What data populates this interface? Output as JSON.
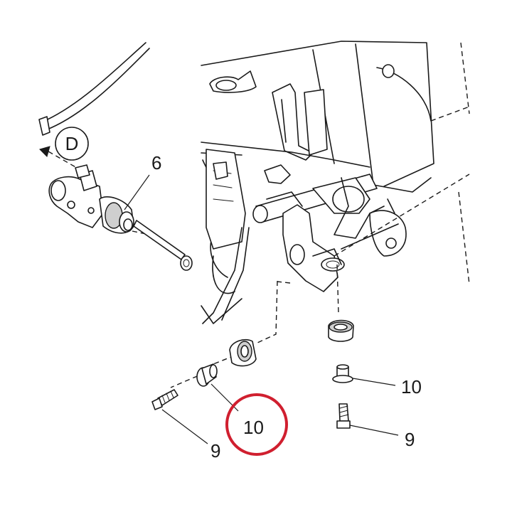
{
  "callouts": {
    "d": "D",
    "c6": "6",
    "c10_left": "10",
    "c10_right": "10",
    "c9_left": "9",
    "c9_right": "9"
  },
  "highlight": {
    "color": "#d01f2f",
    "target": "10"
  },
  "icons": [
    "arrow-left-icon",
    "view-circle-icon"
  ]
}
